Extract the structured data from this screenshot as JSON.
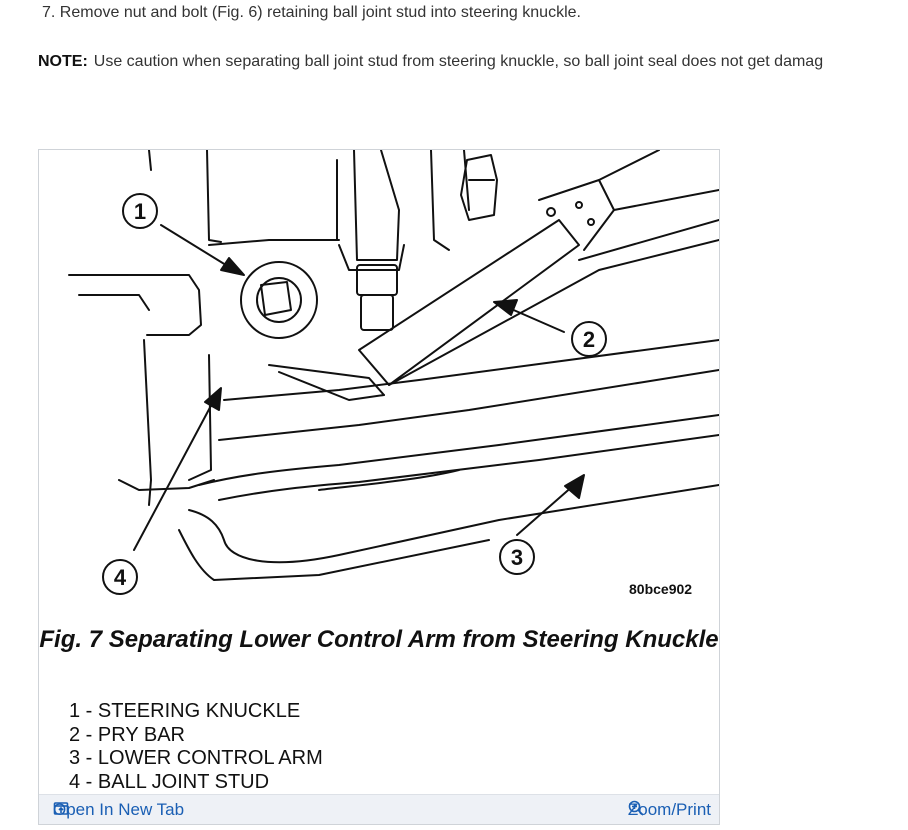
{
  "step_text": "7. Remove nut and bolt (Fig. 6) retaining ball joint stud into steering knuckle.",
  "note": {
    "label": "NOTE:",
    "text": "Use caution when separating ball joint stud from steering knuckle, so ball joint seal does not get damag"
  },
  "figure": {
    "callouts": [
      "1",
      "2",
      "3",
      "4"
    ],
    "code": "80bce902",
    "caption": "Fig. 7 Separating Lower Control Arm from Steering Knuckle",
    "legend": [
      "1 - STEERING KNUCKLE",
      "2 - PRY BAR",
      "3 - LOWER CONTROL ARM",
      "4 - BALL JOINT STUD"
    ]
  },
  "toolbar": {
    "open_label": "Open In New Tab",
    "zoom_label": "Zoom/Print",
    "open_icon": "open-new-tab-icon",
    "zoom_icon": "magnifier-plus-icon",
    "link_color": "#1a5fb4"
  }
}
